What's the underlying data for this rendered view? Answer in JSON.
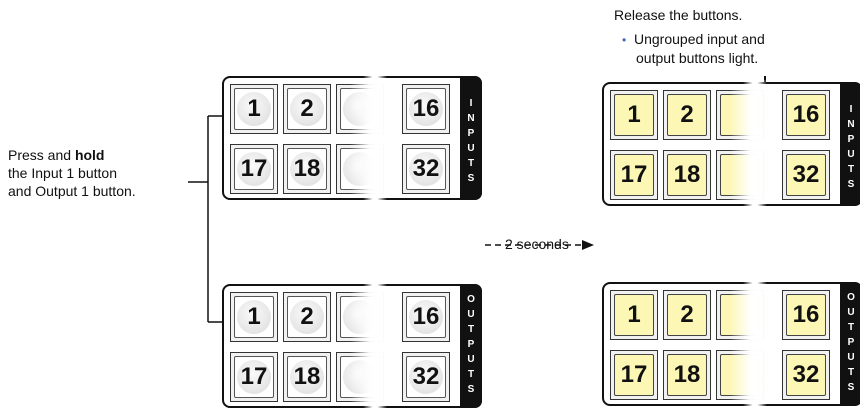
{
  "instructions": {
    "press_prefix": "Press and ",
    "press_bold": "hold",
    "press_line2": "the Input 1 button",
    "press_line3": "and Output 1 button.",
    "duration": "2 seconds",
    "release": "Release the buttons.",
    "bullet": "•",
    "note_line1": "Ungrouped input and",
    "note_line2": "output buttons light."
  },
  "panels": {
    "inputs_label": [
      "I",
      "N",
      "P",
      "U",
      "T",
      "S"
    ],
    "outputs_label": [
      "O",
      "U",
      "T",
      "P",
      "U",
      "T",
      "S"
    ],
    "top_row": [
      "1",
      "2",
      "16"
    ],
    "bottom_row": [
      "17",
      "18",
      "32"
    ]
  },
  "colors": {
    "lit_button": "#fdf7b6",
    "bullet": "#3a68b8",
    "panel_border": "#111111"
  }
}
